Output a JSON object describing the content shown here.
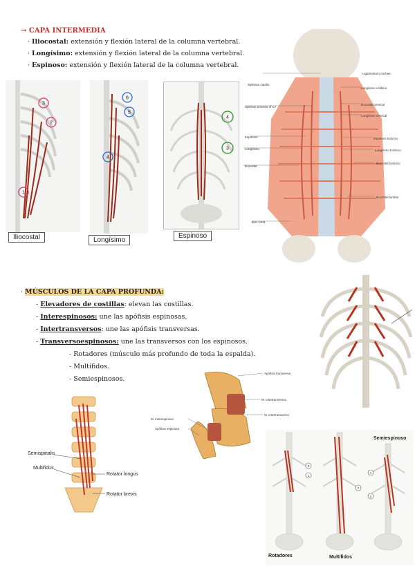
{
  "intermedia": {
    "heading": "→ CAPA INTERMEDIA",
    "items": [
      {
        "name": "Iliocostal:",
        "text": " extensión y flexión lateral de la columna vertebral."
      },
      {
        "name": "Longísimo:",
        "text": " extensión y flexión lateral de la columna vertebral."
      },
      {
        "name": "Espinoso:",
        "text": " extensión y flexión lateral de la columna vertebral."
      }
    ],
    "captions": [
      "Iliocostal",
      "Longísimo",
      "Espinoso"
    ],
    "markers": [
      "1",
      "2",
      "3",
      "4",
      "5",
      "6",
      "4",
      "3"
    ],
    "figure_labels": {
      "left": [
        "Ligamentum nuchae",
        "Splenius capitis",
        "Spinous process of C7",
        "Espinoso",
        "Longísimo",
        "Iliocostal",
        "Iliac crest"
      ],
      "right": [
        "Longísimo cefálico",
        "Iliocostal cervical",
        "Longísimo cervical",
        "Espinoso torácico",
        "Longísimo torácico",
        "Iliocostal torácico",
        "Iliocostal lumbar"
      ]
    }
  },
  "profunda": {
    "heading": "MÚSCULOS DE LA CAPA PROFUNDA:",
    "items": [
      {
        "name": "Elevadores de costillas",
        "text": ": elevan las costillas."
      },
      {
        "name": "Interespinosos:",
        "text": " une las apófisis espinosas."
      },
      {
        "name": "Intertransversos",
        "text": ": une las apófisis transversas."
      },
      {
        "name": "Transversoespinosos:",
        "text": " une las transversos con los espinosos."
      }
    ],
    "subitems": [
      "- Rotadores (músculo más profundo de toda la espalda).",
      "- Multífidos.",
      "- Semiespinosos."
    ],
    "figure_labels": {
      "spine": [
        "Semispinalis",
        "Multifidus",
        "Rotator longus",
        "Rotator brevis"
      ],
      "vertebra": [
        "Apófisis transversa",
        "M. intertransverso",
        "M. intertransverso",
        "M. interespinoso",
        "Apófisis espinosa"
      ],
      "panels": [
        "Rotadores",
        "Multífidos",
        "Semiespinoso"
      ],
      "markers": [
        "3",
        "1",
        "2",
        "1",
        "2"
      ]
    }
  }
}
